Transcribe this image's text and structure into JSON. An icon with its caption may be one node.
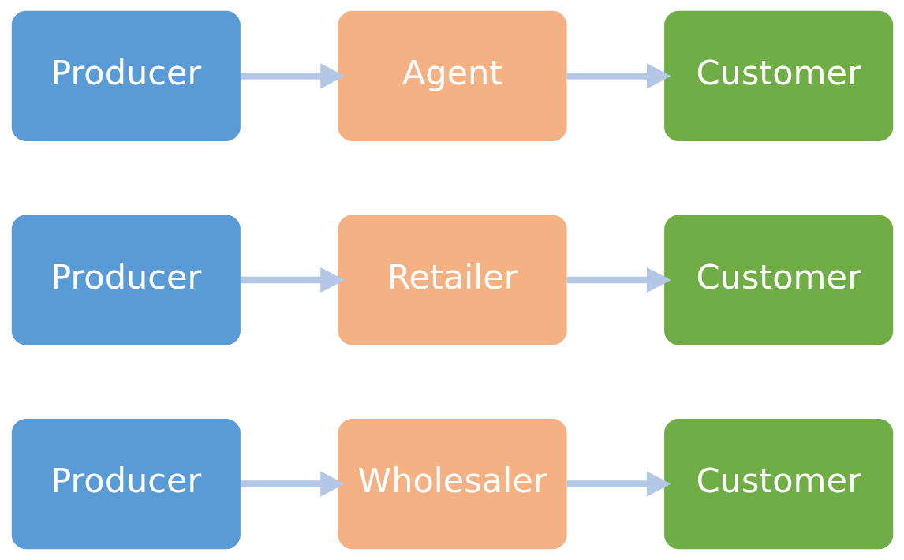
{
  "diagram": {
    "nodes": [
      {
        "text": [
          "Producer"
        ]
      },
      {
        "text": [
          "Wholesaler"
        ]
      },
      {
        "text": [
          "Customer"
        ]
      },
      {
        "text": [
          "Producer"
        ]
      },
      {
        "text": [
          "Retailer"
        ]
      },
      {
        "text": [
          "Customer"
        ]
      },
      {
        "text": [
          "Producer"
        ]
      },
      {
        "text": [
          "Agent"
        ]
      },
      {
        "text": [
          "Customer"
        ]
      }
    ],
    "edges": [
      {
        "from": 0,
        "to": 1,
        "arrow": "to"
      },
      {
        "from": 1,
        "to": 2,
        "arrow": "to"
      },
      {
        "from": 3,
        "to": 4,
        "arrow": "to"
      },
      {
        "from": 4,
        "to": 5,
        "arrow": "to"
      },
      {
        "from": 6,
        "to": 7,
        "arrow": "to"
      },
      {
        "from": 7,
        "to": 8,
        "arrow": "to"
      }
    ]
  }
}
